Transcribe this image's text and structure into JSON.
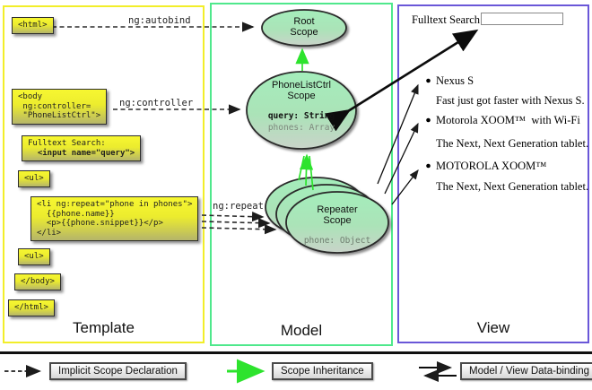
{
  "columns": {
    "template_label": "Template",
    "model_label": "Model",
    "view_label": "View"
  },
  "template": {
    "html_open": "<html>",
    "body_open": "<body\n ng:controller=\n \"PhoneListCtrl\">",
    "fulltext_label": "Fulltext Search:",
    "fulltext_input": "  <input name=\"query\">",
    "ul_open": "<ul>",
    "li_repeat": "<li ng:repeat=\"phone in phones\">\n  {{phone.name}}\n  <p>{{phone.snippet}}</p>\n</li>",
    "ul_close": "<ul>",
    "body_close": "</body>",
    "html_close": "</html>",
    "directive_autobind": "ng:autobind",
    "directive_controller": "ng:controller",
    "directive_repeat": "ng:repeat"
  },
  "model": {
    "root_scope_title": "Root\nScope",
    "ctrl_scope_title": "PhoneListCtrl\nScope",
    "ctrl_prop_query": "query: String",
    "ctrl_prop_phones": "phones: Array",
    "repeater_scope_title": "Repeater\nScope",
    "repeater_prop": "phone: Object"
  },
  "view": {
    "search_label": "Fulltext Search:",
    "search_value": "",
    "items": [
      {
        "title": "Nexus S",
        "desc": "Fast just got faster with Nexus S."
      },
      {
        "title": "Motorola XOOM™  with Wi-Fi",
        "desc": "The Next, Next Generation tablet."
      },
      {
        "title": "MOTOROLA XOOM™",
        "desc": "The Next, Next Generation tablet."
      }
    ]
  },
  "legend": {
    "implicit": "Implicit Scope Declaration",
    "inheritance": "Scope Inheritance",
    "databinding": "Model / View Data-binding"
  },
  "colors": {
    "template_border": "#f2ee2a",
    "model_border": "#4fe88c",
    "view_border": "#6a57d8",
    "code_box_top": "#f7f731",
    "code_box_bottom": "#b5b56a",
    "scope_fill_top": "#a4edbb",
    "scope_fill_bottom": "#c9d3c9",
    "inheritance_arrow": "#2de32d",
    "arrow_dark": "#222222"
  }
}
